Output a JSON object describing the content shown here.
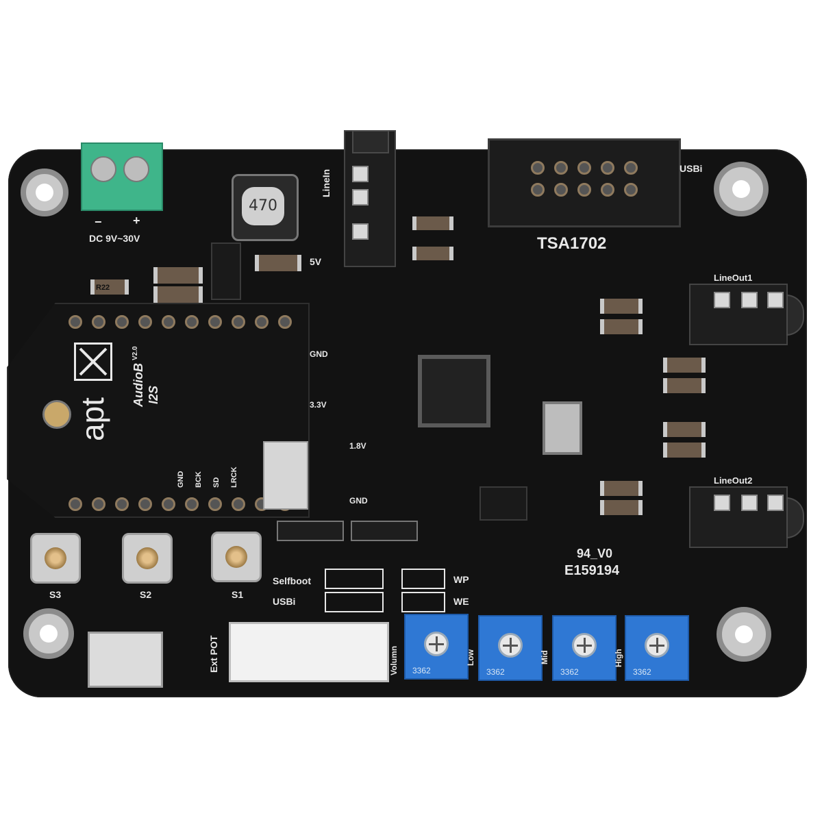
{
  "board": {
    "power_label": "DC 9V~30V",
    "power_minus": "−",
    "power_plus": "+",
    "inductor_label": "470",
    "linein_label": "LineIn",
    "usbi_header_label": "USBi",
    "board_name": "TSA1702",
    "lineout1_label": "LineOut1",
    "lineout2_label": "LineOut2",
    "rail_5v": "5V",
    "rail_gnd": "GND",
    "rail_3v3": "3.3V",
    "rail_1v8": "1.8V",
    "rail_gnd2": "GND",
    "cert_rating": "94_V0",
    "cert_number": "E159194",
    "jumper_selfboot": "Selfboot",
    "jumper_usbi": "USBi",
    "jumper_wp": "WP",
    "jumper_we": "WE",
    "button_s3": "S3",
    "button_s2": "S2",
    "button_s1": "S1",
    "ext_pot_label": "Ext POT",
    "resistor_code": "R22",
    "module": {
      "brand": "apt",
      "name": "AudioB",
      "version": "V2.0",
      "interface": "I2S",
      "pin_gnd": "GND",
      "pin_bck": "BCK",
      "pin_sd": "SD",
      "pin_lrck": "LRCK"
    },
    "pots": [
      {
        "label": "Volumn",
        "code": "3362"
      },
      {
        "label": "Low",
        "code": "3362"
      },
      {
        "label": "Mid",
        "code": "3362"
      },
      {
        "label": "High",
        "code": "3362"
      }
    ]
  },
  "colors": {
    "pcb": "#121212",
    "silkscreen": "#e8e8e8",
    "terminal": "#3fb58a",
    "pot_blue": "#2f78d4"
  }
}
